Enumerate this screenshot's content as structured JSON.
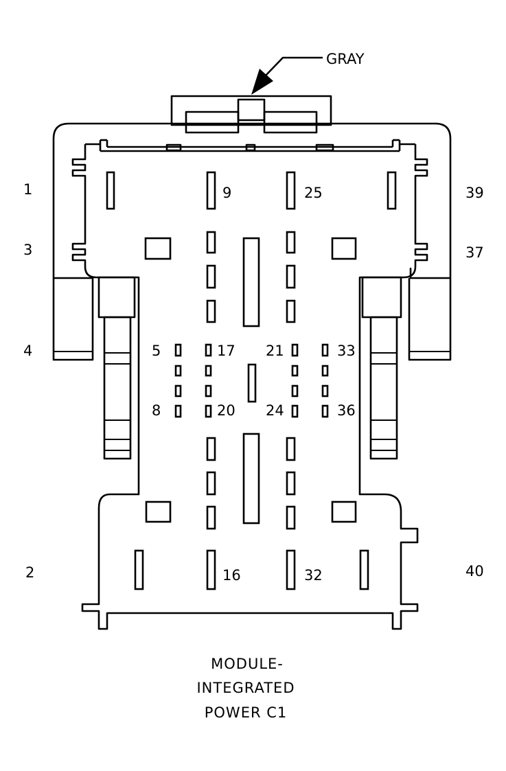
{
  "callout": {
    "color_label": "GRAY"
  },
  "pins": {
    "p1": "1",
    "p2": "2",
    "p3": "3",
    "p4": "4",
    "p5": "5",
    "p8": "8",
    "p9": "9",
    "p16": "16",
    "p17": "17",
    "p20": "20",
    "p21": "21",
    "p24": "24",
    "p25": "25",
    "p32": "32",
    "p33": "33",
    "p36": "36",
    "p37": "37",
    "p39": "39",
    "p40": "40"
  },
  "caption": {
    "line1": "MODULE-",
    "line2": "INTEGRATED",
    "line3": "POWER C1"
  }
}
